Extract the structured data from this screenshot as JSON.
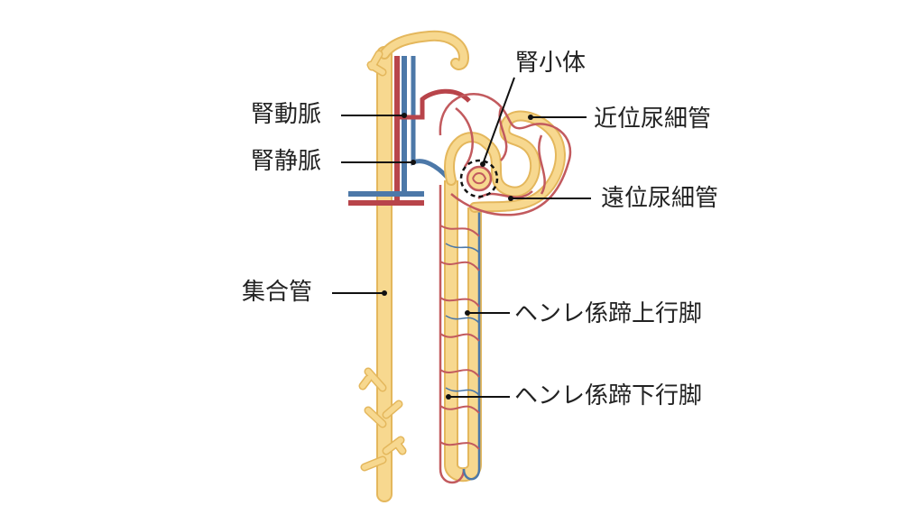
{
  "labels": {
    "renal_artery": "腎動脈",
    "renal_vein": "腎静脈",
    "collecting_duct": "集合管",
    "renal_corpuscle": "腎小体",
    "proximal_tubule": "近位尿細管",
    "distal_tubule": "遠位尿細管",
    "ascending_limb": "ヘンレ係蹄上行脚",
    "descending_limb": "ヘンレ係蹄下行脚"
  },
  "colors": {
    "tubule_fill": "#F7D88F",
    "tubule_edge": "#E4B75C",
    "artery": "#B8444A",
    "vein": "#4C78A8",
    "capillary": "#C25A5E",
    "leader_line": "#111111",
    "label_text": "#222222"
  }
}
